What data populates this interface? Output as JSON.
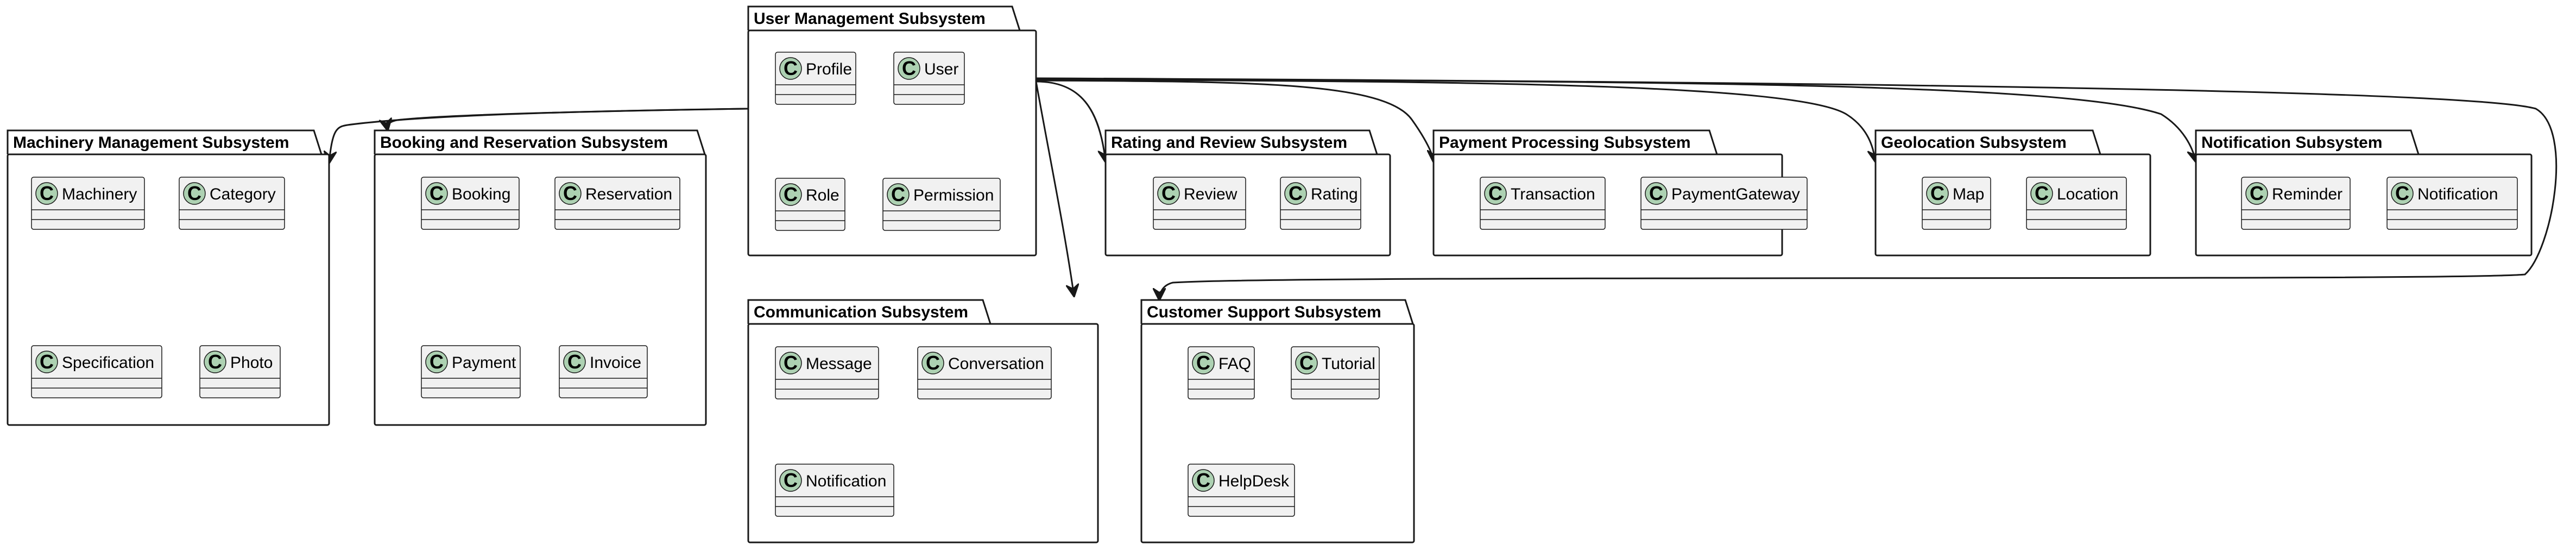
{
  "packages": [
    {
      "id": "user_management",
      "title": "User Management Subsystem",
      "classes": [
        "Profile",
        "User",
        "Role",
        "Permission"
      ]
    },
    {
      "id": "machinery_management",
      "title": "Machinery Management Subsystem",
      "classes": [
        "Machinery",
        "Category",
        "Specification",
        "Photo"
      ]
    },
    {
      "id": "booking_reservation",
      "title": "Booking and Reservation Subsystem",
      "classes": [
        "Booking",
        "Reservation",
        "Payment",
        "Invoice"
      ]
    },
    {
      "id": "rating_review",
      "title": "Rating and Review Subsystem",
      "classes": [
        "Review",
        "Rating"
      ]
    },
    {
      "id": "payment_processing",
      "title": "Payment Processing Subsystem",
      "classes": [
        "Transaction",
        "PaymentGateway"
      ]
    },
    {
      "id": "geolocation",
      "title": "Geolocation Subsystem",
      "classes": [
        "Map",
        "Location"
      ]
    },
    {
      "id": "notification",
      "title": "Notification Subsystem",
      "classes": [
        "Reminder",
        "Notification"
      ]
    },
    {
      "id": "communication",
      "title": "Communication Subsystem",
      "classes": [
        "Message",
        "Conversation",
        "Notification"
      ]
    },
    {
      "id": "customer_support",
      "title": "Customer Support Subsystem",
      "classes": [
        "FAQ",
        "Tutorial",
        "HelpDesk"
      ]
    }
  ],
  "class_stereotype_letter": "C",
  "colors": {
    "class_circle": "#add1b2",
    "class_fill": "#f1f1f1",
    "stroke": "#181818"
  },
  "dependencies": [
    {
      "from": "user_management",
      "to": "machinery_management"
    },
    {
      "from": "user_management",
      "to": "booking_reservation"
    },
    {
      "from": "user_management",
      "to": "rating_review"
    },
    {
      "from": "user_management",
      "to": "payment_processing"
    },
    {
      "from": "user_management",
      "to": "geolocation"
    },
    {
      "from": "user_management",
      "to": "notification"
    },
    {
      "from": "user_management",
      "to": "communication"
    },
    {
      "from": "user_management",
      "to": "customer_support"
    }
  ]
}
